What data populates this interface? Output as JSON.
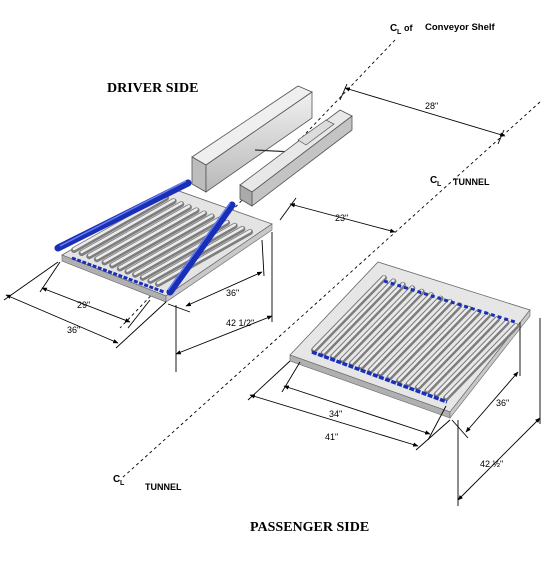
{
  "headings": {
    "driver_side": "DRIVER SIDE",
    "passenger_side": "PASSENGER SIDE"
  },
  "centerlines": {
    "symbol": "C",
    "symbol_sub": "L",
    "conveyor_of": "of",
    "conveyor_label": "Conveyor Shelf",
    "tunnel_label_right": "TUNNEL",
    "tunnel_label_left": "TUNNEL"
  },
  "dimensions": {
    "gap_shelf": "28\"",
    "gap_tunnel": "23\"",
    "driver_inner_width": "29\"",
    "driver_outer_width": "36\"",
    "driver_inner_depth": "36\"",
    "driver_outer_depth": "42 1/2\"",
    "passenger_inner_width": "34\"",
    "passenger_outer_width": "41\"",
    "passenger_inner_depth": "36\"",
    "passenger_outer_depth": "42 ½\""
  },
  "colors": {
    "roller_blue": "#1a2fb8",
    "frame_gray": "#d9d9d9",
    "line": "#000000"
  }
}
